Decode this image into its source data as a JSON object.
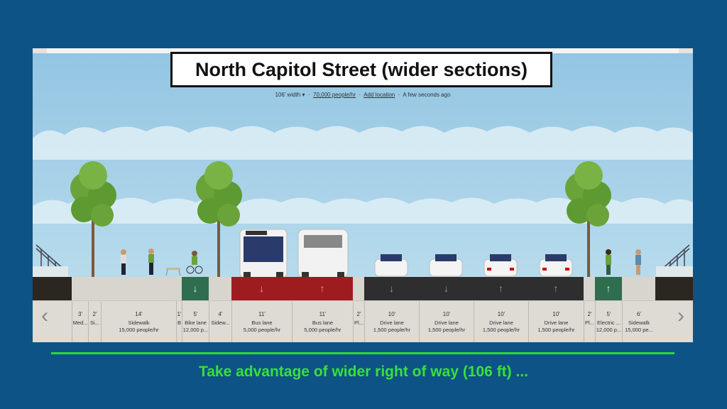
{
  "header": {
    "title": "North Capitol Street (wider sections)",
    "width_label": "106' width ▾",
    "capacity": "70,000 people/hr",
    "location_link": "Add location",
    "saved_status": "A few seconds ago"
  },
  "nav": {
    "prev_icon": "‹",
    "next_icon": "›"
  },
  "segments": [
    {
      "width": "3'",
      "name": "Med...",
      "capacity": ""
    },
    {
      "width": "2'",
      "name": "Si...",
      "capacity": ""
    },
    {
      "width": "14'",
      "name": "Sidewalk",
      "capacity": "15,000 people/hr"
    },
    {
      "width": "1'",
      "name": "B",
      "capacity": ""
    },
    {
      "width": "5'",
      "name": "Bike lane",
      "capacity": "12,000 p..."
    },
    {
      "width": "4'",
      "name": "Sidew...",
      "capacity": ""
    },
    {
      "width": "11'",
      "name": "Bus lane",
      "capacity": "5,000 people/hr"
    },
    {
      "width": "11'",
      "name": "Bus lane",
      "capacity": "5,000 people/hr"
    },
    {
      "width": "2'",
      "name": "Pl...",
      "capacity": ""
    },
    {
      "width": "10'",
      "name": "Drive lane",
      "capacity": "1,500 people/hr"
    },
    {
      "width": "10'",
      "name": "Drive lane",
      "capacity": "1,500 people/hr"
    },
    {
      "width": "10'",
      "name": "Drive lane",
      "capacity": "1,500 people/hr"
    },
    {
      "width": "10'",
      "name": "Drive lane",
      "capacity": "1,500 people/hr"
    },
    {
      "width": "2'",
      "name": "Pl...",
      "capacity": ""
    },
    {
      "width": "5'",
      "name": "Electric ...",
      "capacity": "12,000 p..."
    },
    {
      "width": "6'",
      "name": "Sidewalk",
      "capacity": "15,000 pe..."
    }
  ],
  "caption": "Take advantage of wider right of way (106 ft) ...",
  "colors": {
    "background": "#0d5386",
    "sky": "#a9d3ea",
    "bus_lane": "#9e1b20",
    "drive_lane": "#2e2e2e",
    "bike_lane": "#2e6e4e",
    "caption": "#39e039"
  }
}
